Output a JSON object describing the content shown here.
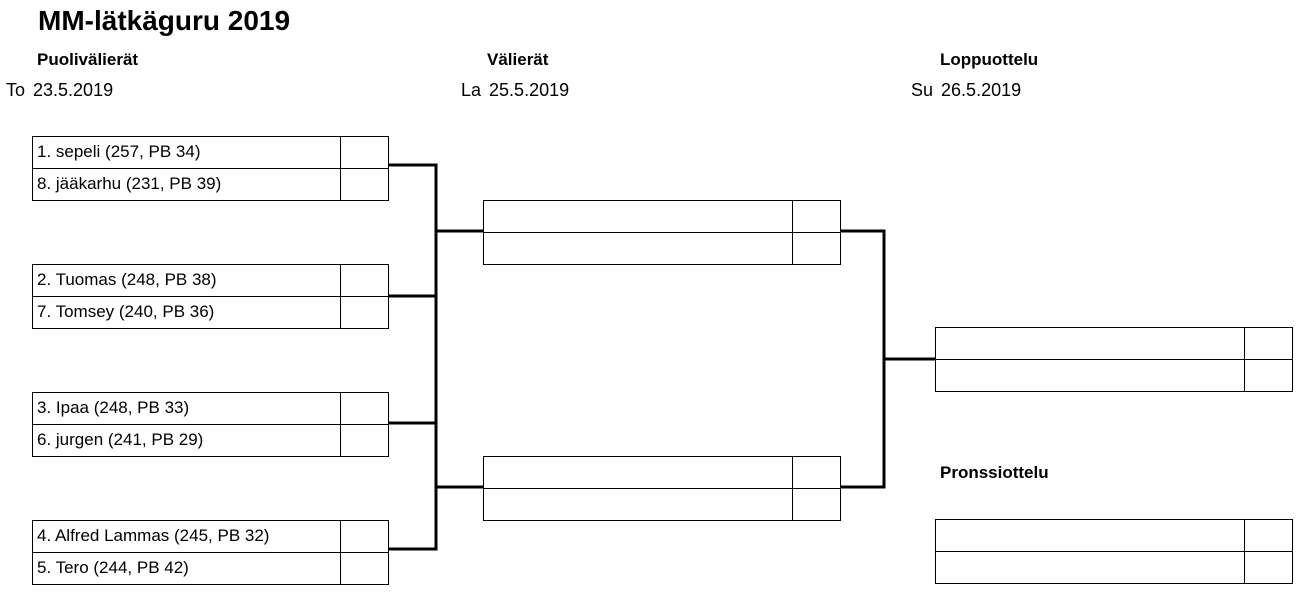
{
  "title": "MM-lätkäguru 2019",
  "rounds": {
    "quarterfinals": {
      "label": "Puolivälierät",
      "day": "To",
      "date": "23.5.2019"
    },
    "semifinals": {
      "label": "Välierät",
      "day": "La",
      "date": "25.5.2019"
    },
    "final": {
      "label": "Loppuottelu",
      "day": "Su",
      "date": "26.5.2019"
    },
    "bronze": {
      "label": "Pronssiottelu"
    }
  },
  "quarterfinal_matches": [
    {
      "home": {
        "name": "1. sepeli (257, PB 34)",
        "score": ""
      },
      "away": {
        "name": "8. jääkarhu (231, PB 39)",
        "score": ""
      }
    },
    {
      "home": {
        "name": "2. Tuomas (248, PB 38)",
        "score": ""
      },
      "away": {
        "name": "7. Tomsey (240, PB 36)",
        "score": ""
      }
    },
    {
      "home": {
        "name": "3. Ipaa (248, PB 33)",
        "score": ""
      },
      "away": {
        "name": "6. jurgen (241, PB 29)",
        "score": ""
      }
    },
    {
      "home": {
        "name": "4. Alfred Lammas (245, PB 32)",
        "score": ""
      },
      "away": {
        "name": "5. Tero (244, PB 42)",
        "score": ""
      }
    }
  ],
  "semifinal_matches": [
    {
      "home": {
        "name": "",
        "score": ""
      },
      "away": {
        "name": "",
        "score": ""
      }
    },
    {
      "home": {
        "name": "",
        "score": ""
      },
      "away": {
        "name": "",
        "score": ""
      }
    }
  ],
  "final_match": {
    "home": {
      "name": "",
      "score": ""
    },
    "away": {
      "name": "",
      "score": ""
    }
  },
  "bronze_match": {
    "home": {
      "name": "",
      "score": ""
    },
    "away": {
      "name": "",
      "score": ""
    }
  }
}
